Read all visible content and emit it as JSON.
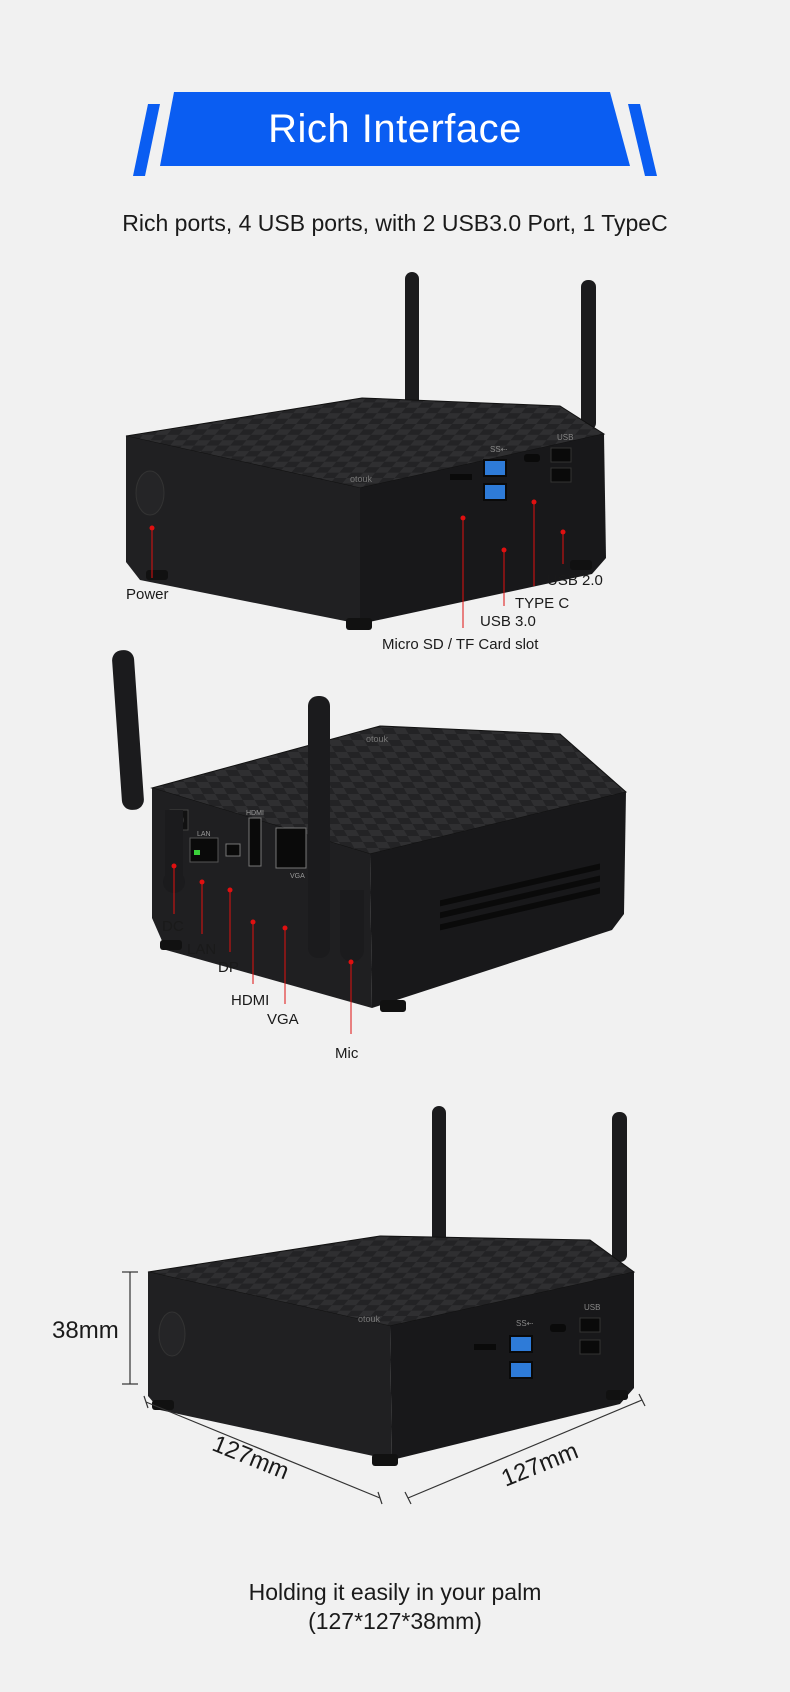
{
  "header": {
    "title": "Rich Interface",
    "subtitle": "Rich ports, 4 USB ports, with 2 USB3.0 Port, 1 TypeC",
    "accent_color": "#0a5df2"
  },
  "front_view": {
    "labels": {
      "power": "Power",
      "usb2": "USB 2.0",
      "typec": "TYPE C",
      "usb3": "USB 3.0",
      "microsd": "Micro SD / TF Card slot"
    },
    "port_marks": {
      "ss": "SS⇠",
      "usb": "USB",
      "brand": "otouk"
    }
  },
  "rear_view": {
    "labels": {
      "dc": "DC",
      "lan": "LAN",
      "dp": "DP",
      "hdmi": "HDMI",
      "vga": "VGA",
      "mic": "Mic"
    },
    "port_marks": {
      "lan": "LAN",
      "hdmi": "HDMI",
      "vga": "VGA",
      "brand": "otouk"
    }
  },
  "dimension_view": {
    "height": "38mm",
    "width_left": "127mm",
    "width_right": "127mm",
    "port_marks": {
      "ss": "SS⇠",
      "usb": "USB",
      "brand": "otouk"
    }
  },
  "footer": {
    "line1": "Holding it easily in your palm",
    "line2": "(127*127*38mm)"
  },
  "colors": {
    "device": "#1d1d1f",
    "device_top": "#2a2a2c",
    "callout": "#e01010",
    "usb3_blue": "#2e7bd8"
  }
}
